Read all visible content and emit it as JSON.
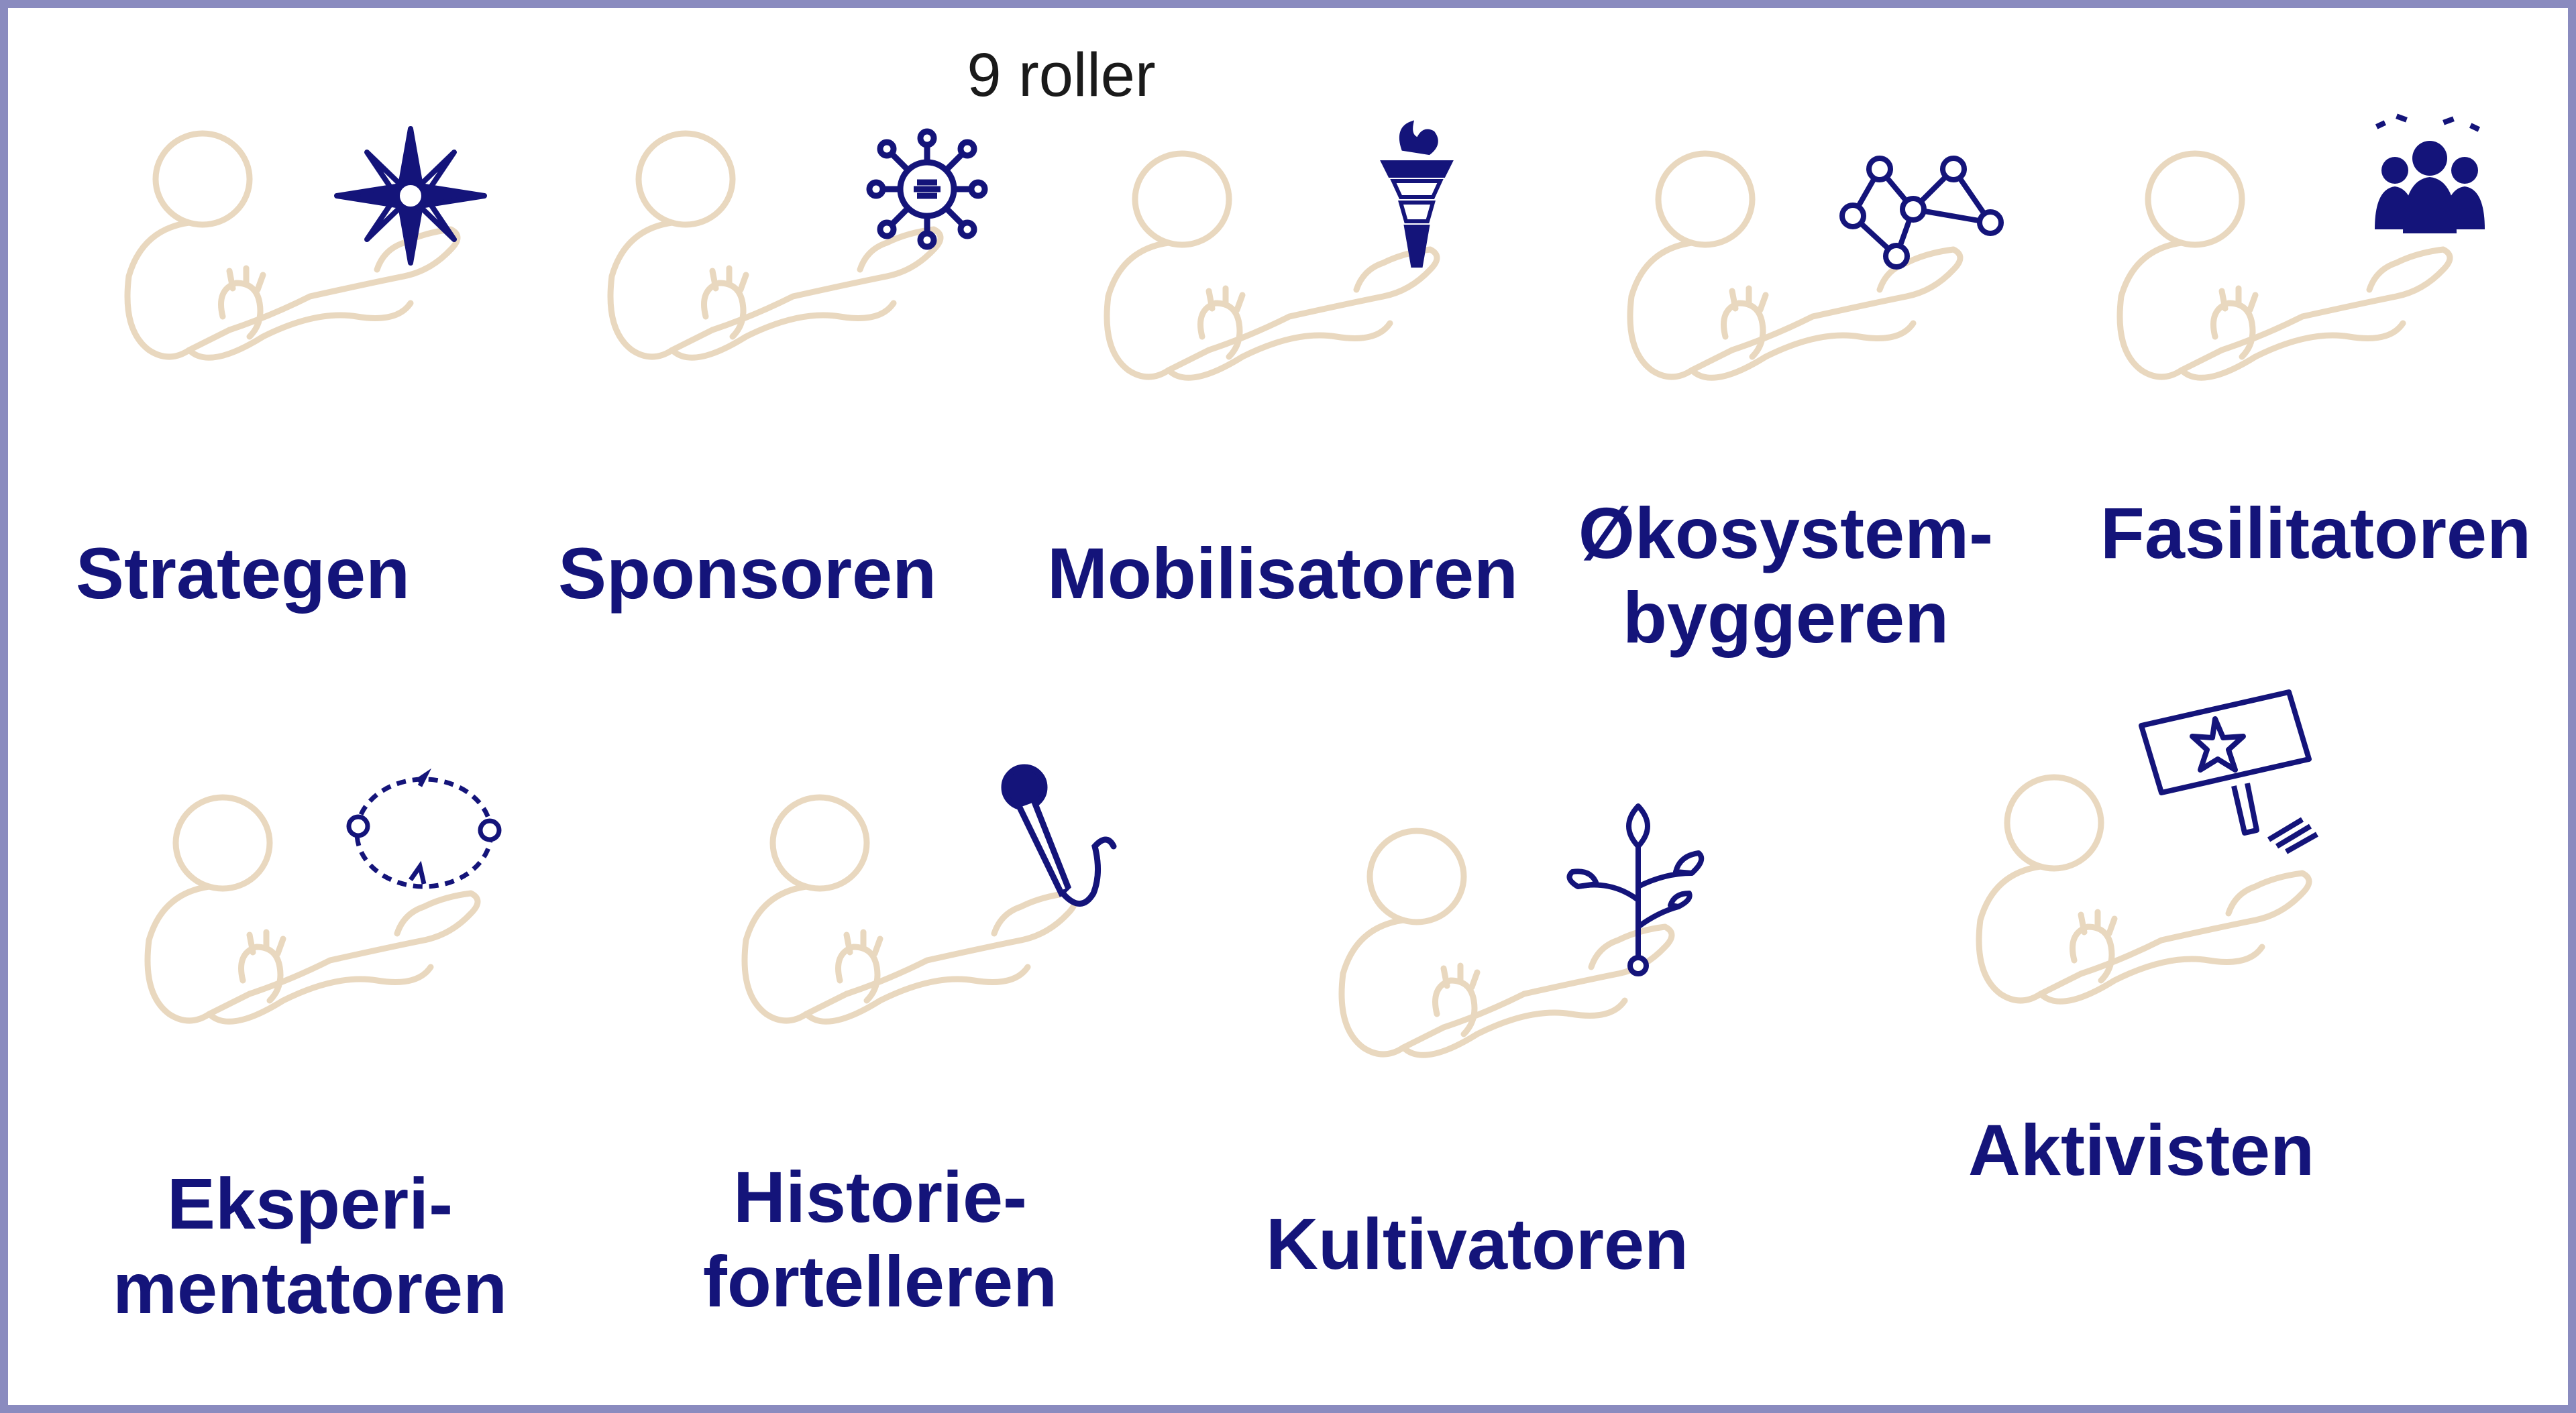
{
  "title": "9 roller",
  "colors": {
    "navy": "#14147a",
    "figure": "#e9d8bf",
    "border": "#8a8bbf"
  },
  "roles": [
    {
      "name": "Strategen",
      "icon": "compass-rose-icon",
      "label_lines": [
        "Strategen"
      ]
    },
    {
      "name": "Sponsoren",
      "icon": "network-hub-icon",
      "label_lines": [
        "Sponsoren"
      ]
    },
    {
      "name": "Mobilisatoren",
      "icon": "torch-icon",
      "label_lines": [
        "Mobilisatoren"
      ]
    },
    {
      "name": "Økosystembyggeren",
      "icon": "network-graph-icon",
      "label_lines": [
        "Økosystem-",
        "byggeren"
      ]
    },
    {
      "name": "Fasilitatoren",
      "icon": "group-of-people-icon",
      "label_lines": [
        "Fasilitatoren"
      ]
    },
    {
      "name": "Eksperimentatoren",
      "icon": "cycle-icon",
      "label_lines": [
        "Eksperi-",
        "mentatoren"
      ]
    },
    {
      "name": "Historiefortelleren",
      "icon": "microphone-icon",
      "label_lines": [
        "Historie-",
        "fortelleren"
      ]
    },
    {
      "name": "Kultivatoren",
      "icon": "plant-sprout-icon",
      "label_lines": [
        "Kultivatoren"
      ]
    },
    {
      "name": "Aktivisten",
      "icon": "protest-sign-icon",
      "label_lines": [
        "Aktivisten"
      ]
    }
  ]
}
